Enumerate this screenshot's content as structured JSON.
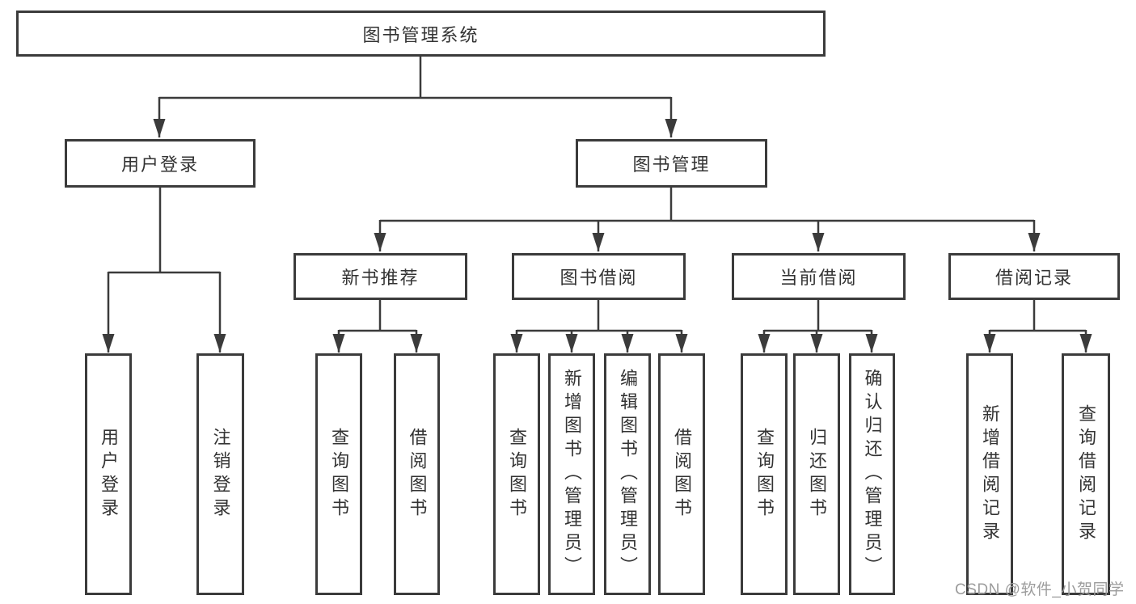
{
  "diagram": {
    "root": "图书管理系统",
    "level2": {
      "user_login": "用户登录",
      "book_management": "图书管理"
    },
    "level3": {
      "new_book_rec": "新书推荐",
      "book_borrow": "图书借阅",
      "current_borrow": "当前借阅",
      "borrow_records": "借阅记录"
    },
    "leaves": {
      "user_login_leaf": "用户登录",
      "logout": "注销登录",
      "rec_query_books": "查询图书",
      "rec_borrow_books": "借阅图书",
      "bb_query_books": "查询图书",
      "bb_add_books": "新增图书（管理员）",
      "bb_edit_books": "编辑图书（管理员）",
      "bb_borrow_books": "借阅图书",
      "cb_query_books": "查询图书",
      "cb_return_books": "归还图书",
      "cb_confirm_return": "确认归还（管理员）",
      "br_add_record": "新增借阅记录",
      "br_query_record": "查询借阅记录"
    }
  },
  "watermark": "CSDN @软件_小贺同学",
  "colors": {
    "line": "#3b3b3b",
    "box_border": "#3b3b3b",
    "text": "#333333",
    "watermark": "#9c9c9c",
    "background": "#ffffff"
  }
}
